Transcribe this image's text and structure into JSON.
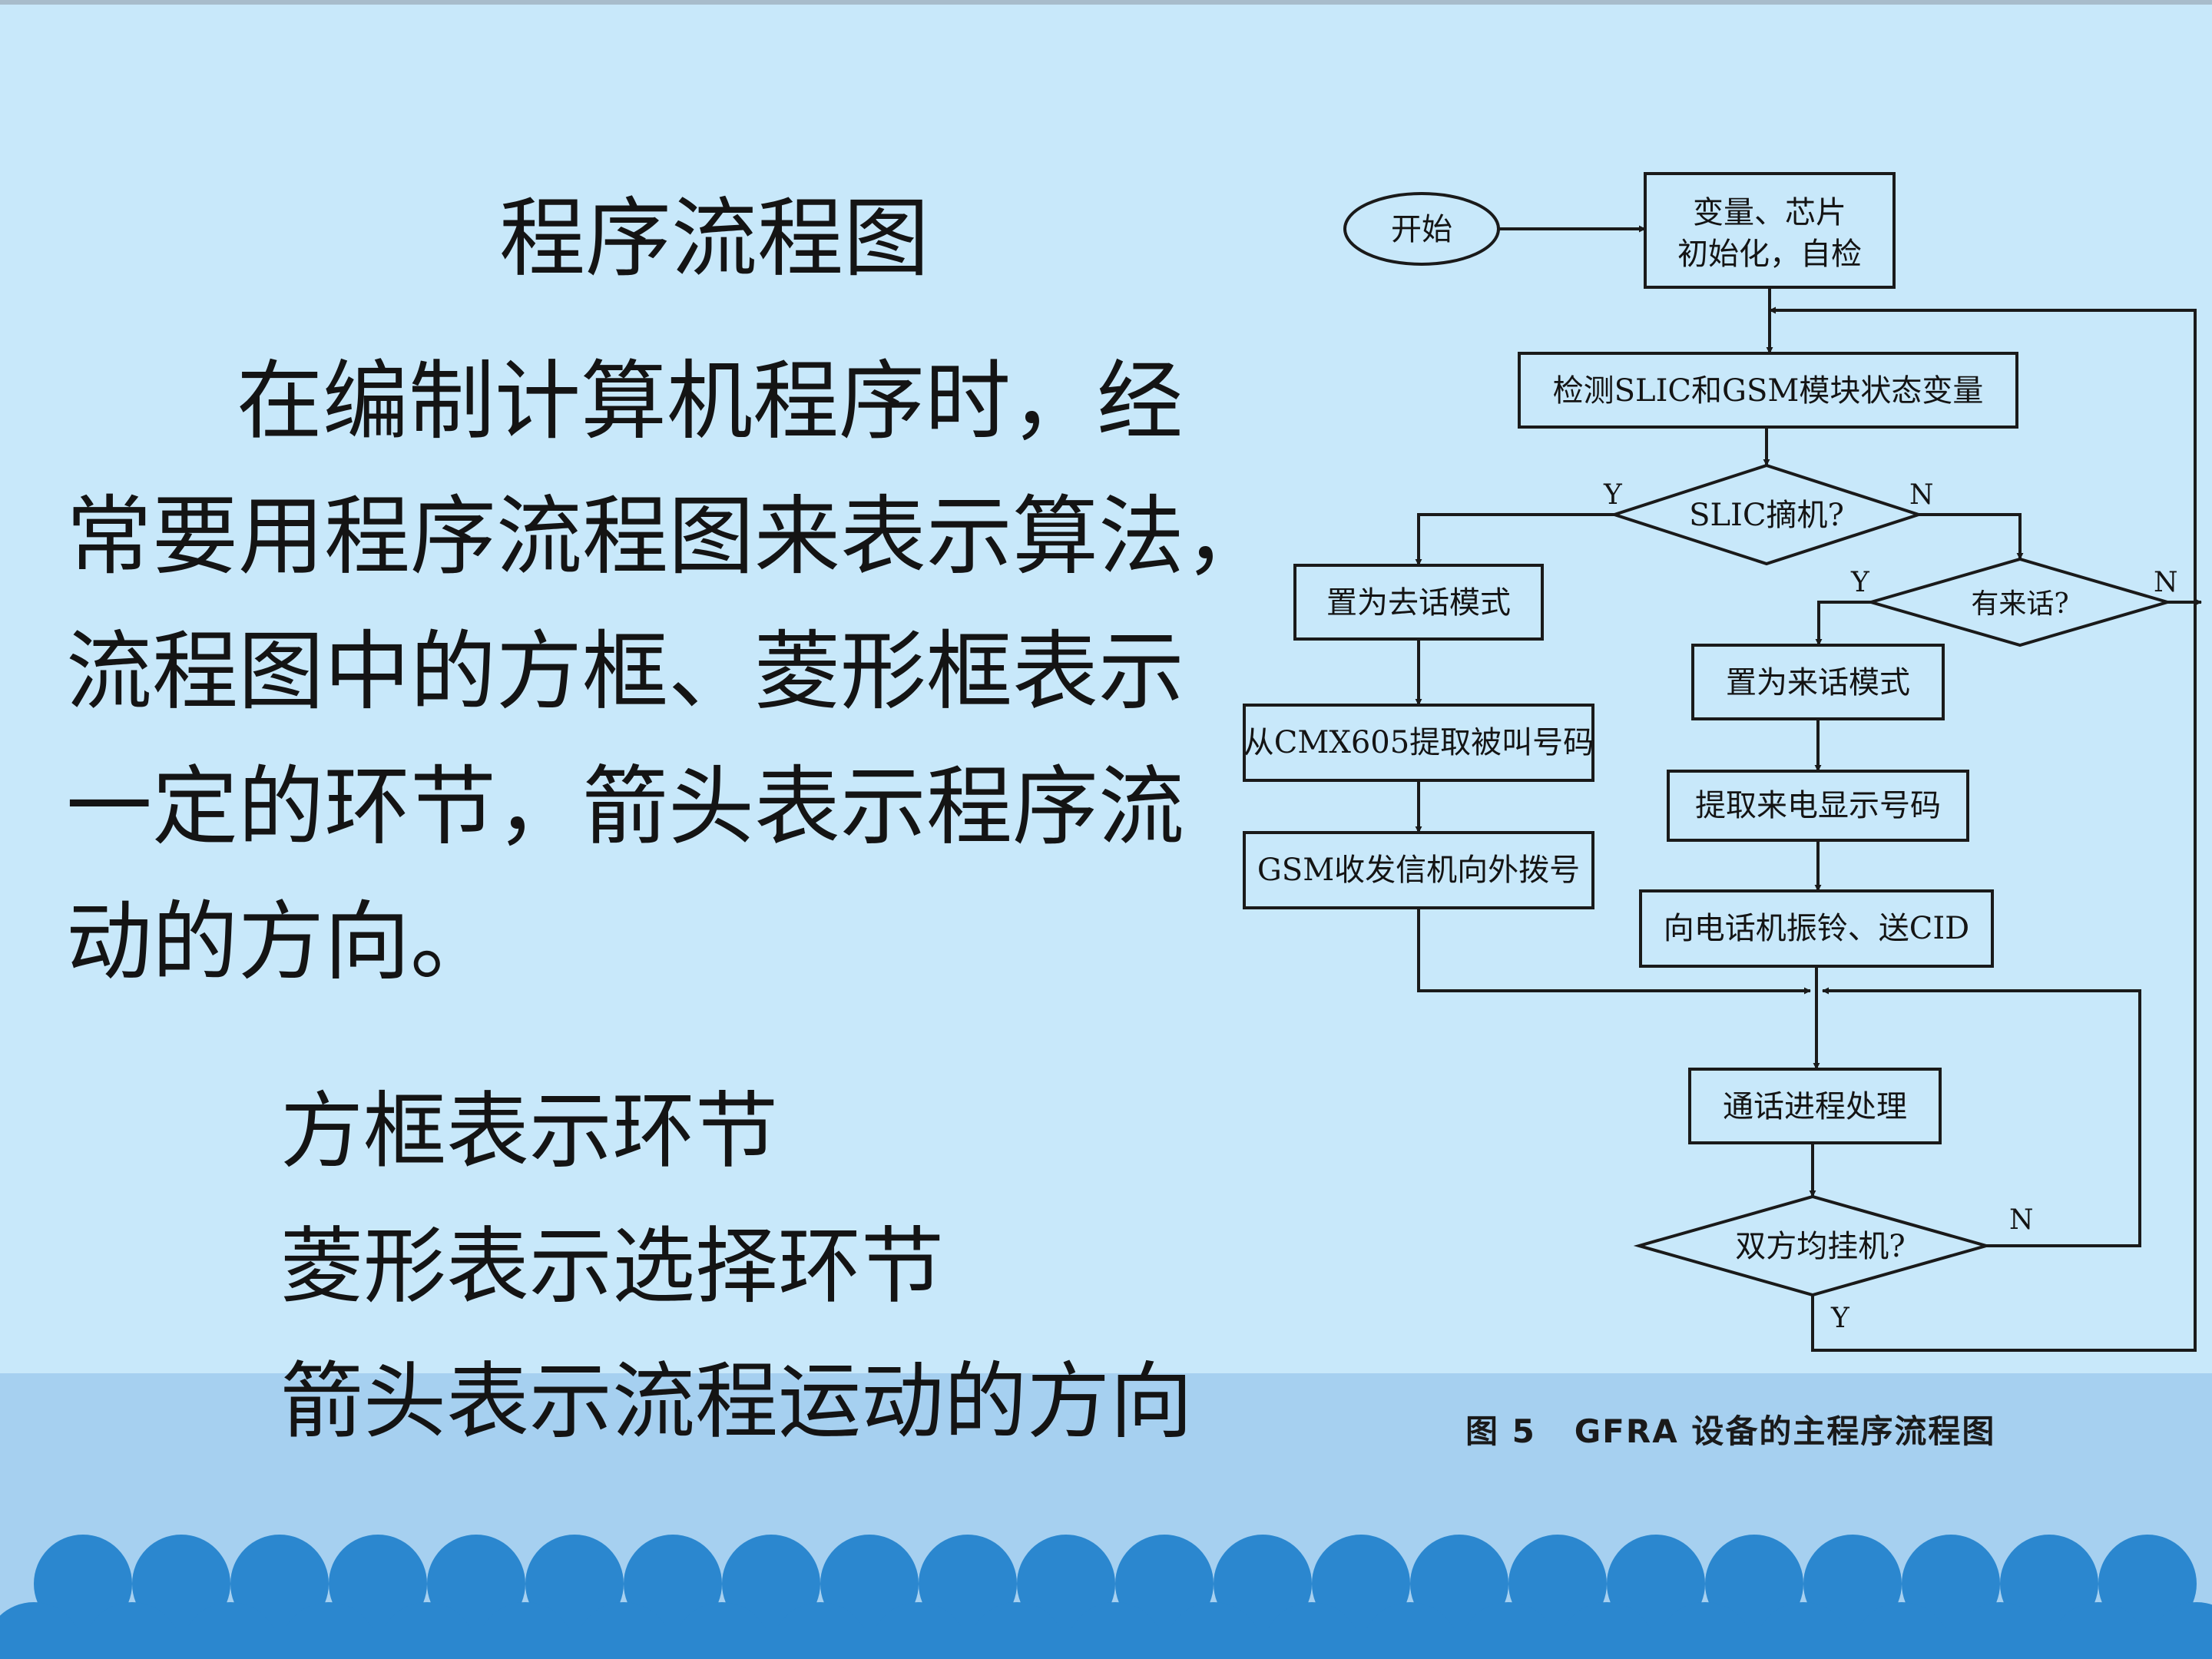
{
  "slide": {
    "title": "程序流程图",
    "paragraph_lines": [
      "在编制计算机程序时，经",
      "常要用程序流程图来表示算法，",
      "流程图中的方框、菱形框表示",
      "一定的环节，箭头表示程序流",
      "动的方向。"
    ],
    "legend": [
      "方框表示环节",
      "菱形表示选择环节",
      "箭头表示流程运动的方向"
    ]
  },
  "flowchart": {
    "start": "开始",
    "init_line1": "变量、芯片",
    "init_line2": "初始化，自检",
    "detect": "检测SLIC和GSM模块状态变量",
    "slic_offhook": "SLIC摘机?",
    "incoming": "有来话?",
    "set_outgoing": "置为去话模式",
    "extract_called": "从CMX605提取被叫号码",
    "gsm_dial": "GSM收发信机向外拨号",
    "set_incoming": "置为来话模式",
    "extract_caller": "提取来电显示号码",
    "ring_cid": "向电话机振铃、送CID",
    "call_process": "通话进程处理",
    "both_onhook": "双方均挂机?",
    "yes": "Y",
    "no": "N",
    "caption": "图 5   GFRA 设备的主程序流程图"
  }
}
